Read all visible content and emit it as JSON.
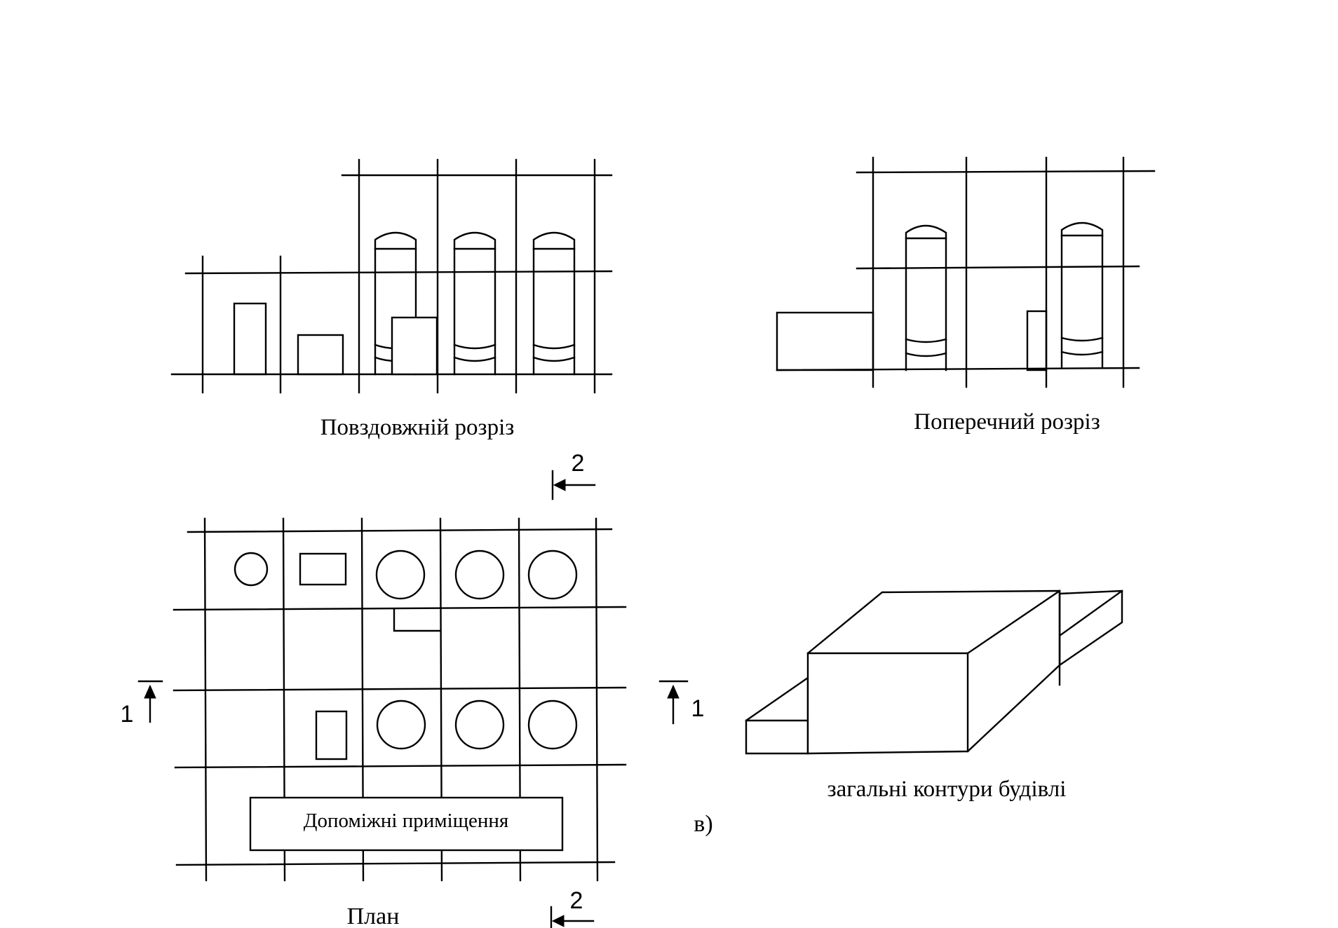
{
  "captions": {
    "longitudinal_section": "Повздовжній розріз",
    "cross_section": "Поперечний розріз",
    "plan": "План",
    "general_outline": "загальні контури будівлі",
    "auxiliary_rooms": "Допоміжні приміщення",
    "figure_letter": "в)"
  },
  "section_marks": {
    "mark_1_left": "1",
    "mark_1_right": "1",
    "mark_2_top": "2",
    "mark_2_bottom": "2"
  },
  "colors": {
    "ink": "#000000",
    "paper": "#ffffff"
  }
}
